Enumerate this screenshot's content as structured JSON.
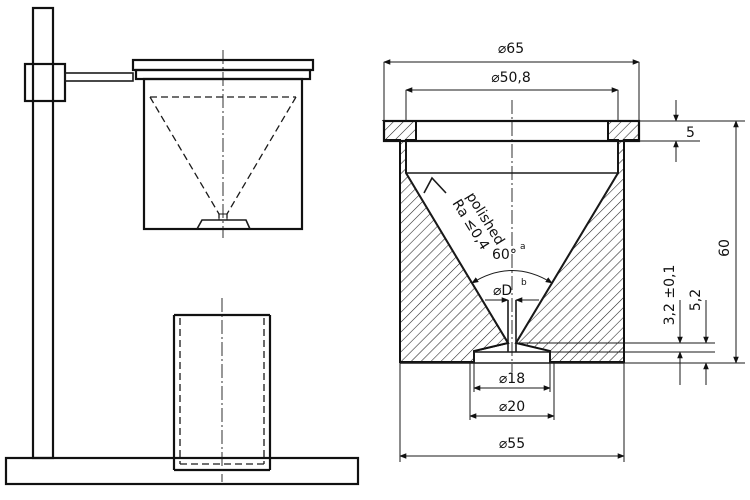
{
  "diagram": {
    "dimensions": {
      "outer_diameter": "⌀65",
      "inner_diameter": "⌀50,8",
      "flange_thickness": "5",
      "total_height": "60",
      "outlet_height": "3,2 ±0,1",
      "recess_height": "5,2",
      "orifice_diameter": "⌀D",
      "orifice_note_mark": "b",
      "outlet_diameter_18": "⌀18",
      "outlet_diameter_20": "⌀20",
      "base_diameter": "⌀55"
    },
    "angle": {
      "value": "60°",
      "note_mark": "a"
    },
    "surface": {
      "finish_label": "polished",
      "roughness_label": "Ra ≤0,4"
    }
  }
}
